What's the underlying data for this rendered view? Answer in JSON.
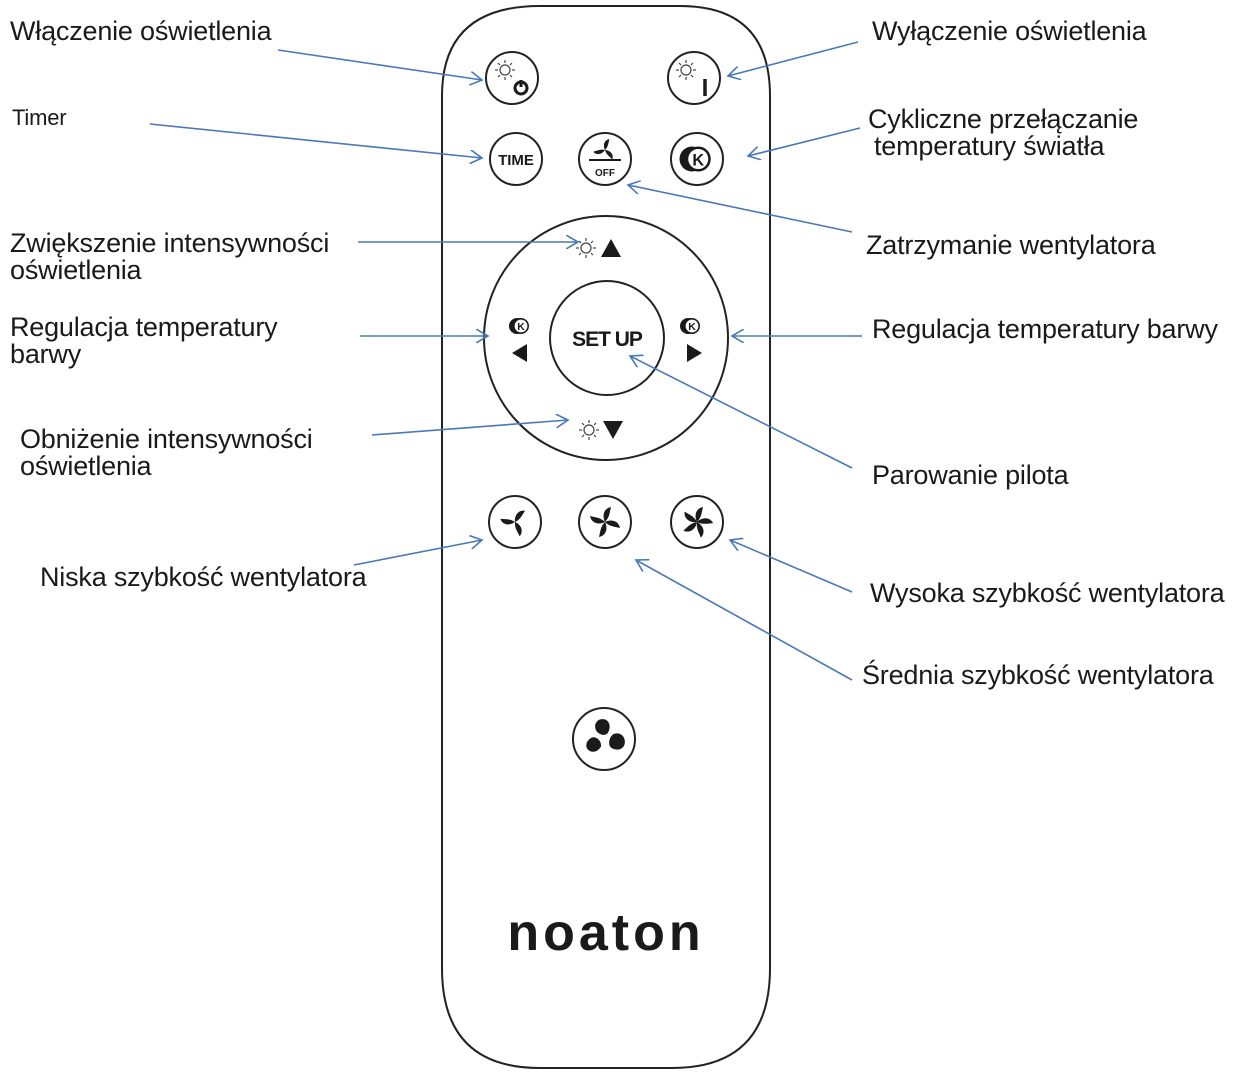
{
  "labels": {
    "light_on": "Włączenie oświetlenia",
    "light_off": "Wyłączenie oświetlenia",
    "timer": "Timer",
    "color_cycle": [
      "Cykliczne przełączanie",
      "temperatury światła"
    ],
    "brightness_up": [
      "Zwiększenie intensywności",
      "oświetlenia"
    ],
    "fan_stop": "Zatrzymanie wentylatora",
    "color_temp_left": [
      "Regulacja temperatury",
      "barwy"
    ],
    "color_temp_right": "Regulacja temperatury barwy",
    "brightness_down": [
      "Obniżenie intensywności",
      "oświetlenia"
    ],
    "pairing": "Parowanie pilota",
    "fan_low": "Niska szybkość wentylatora",
    "fan_high": "Wysoka szybkość wentylatora",
    "fan_medium": "Średnia szybkość wentylatora"
  },
  "buttons": {
    "time": "TIME",
    "fan_off": "OFF",
    "setup": "SET UP",
    "kelvin": "K"
  },
  "brand": "noaton",
  "colors": {
    "arrow": "#4a78b8",
    "outline": "#333333",
    "text": "#1a1a1a"
  },
  "icons": [
    "light-on-icon",
    "light-off-icon",
    "fan-off-icon",
    "kelvin-icon",
    "sun-icon",
    "fan-icon",
    "noaton-logo-icon"
  ]
}
